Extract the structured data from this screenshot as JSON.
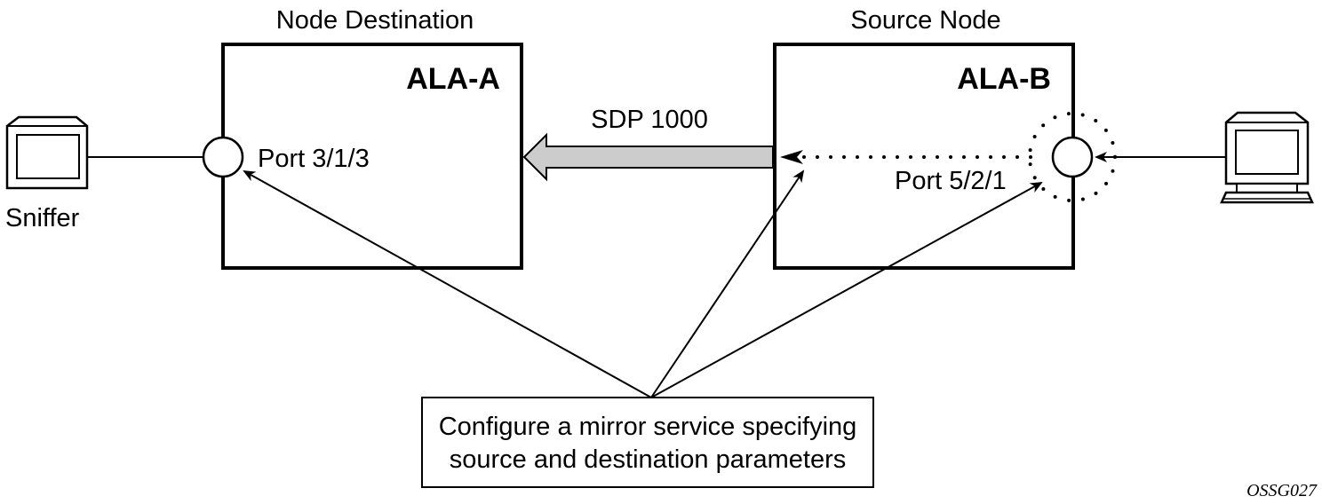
{
  "diagram": {
    "destination_node": {
      "title": "Node Destination",
      "name": "ALA-A",
      "port": "Port 3/1/3"
    },
    "source_node": {
      "title": "Source Node",
      "name": "ALA-B",
      "port": "Port 5/2/1"
    },
    "sdp_label": "SDP 1000",
    "sniffer_label": "Sniffer",
    "note_lines": [
      "Configure a mirror service specifying",
      "source and destination parameters"
    ],
    "figure_id": "OSSG027",
    "colors": {
      "stroke": "#000000",
      "sdp_arrow_fill": "#cccccc",
      "background": "#ffffff"
    }
  }
}
